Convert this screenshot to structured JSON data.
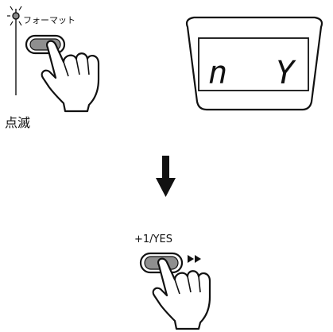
{
  "step1": {
    "button_label": "フォーマット",
    "indicator_label": "点滅"
  },
  "display": {
    "text": "n  Y"
  },
  "step2": {
    "button_label": "+1/YES"
  },
  "icons": {
    "hand": "hand-press-icon",
    "led": "led-blink-icon",
    "arrow_down": "arrow-down-icon",
    "fast_forward": "fast-forward-icon"
  }
}
